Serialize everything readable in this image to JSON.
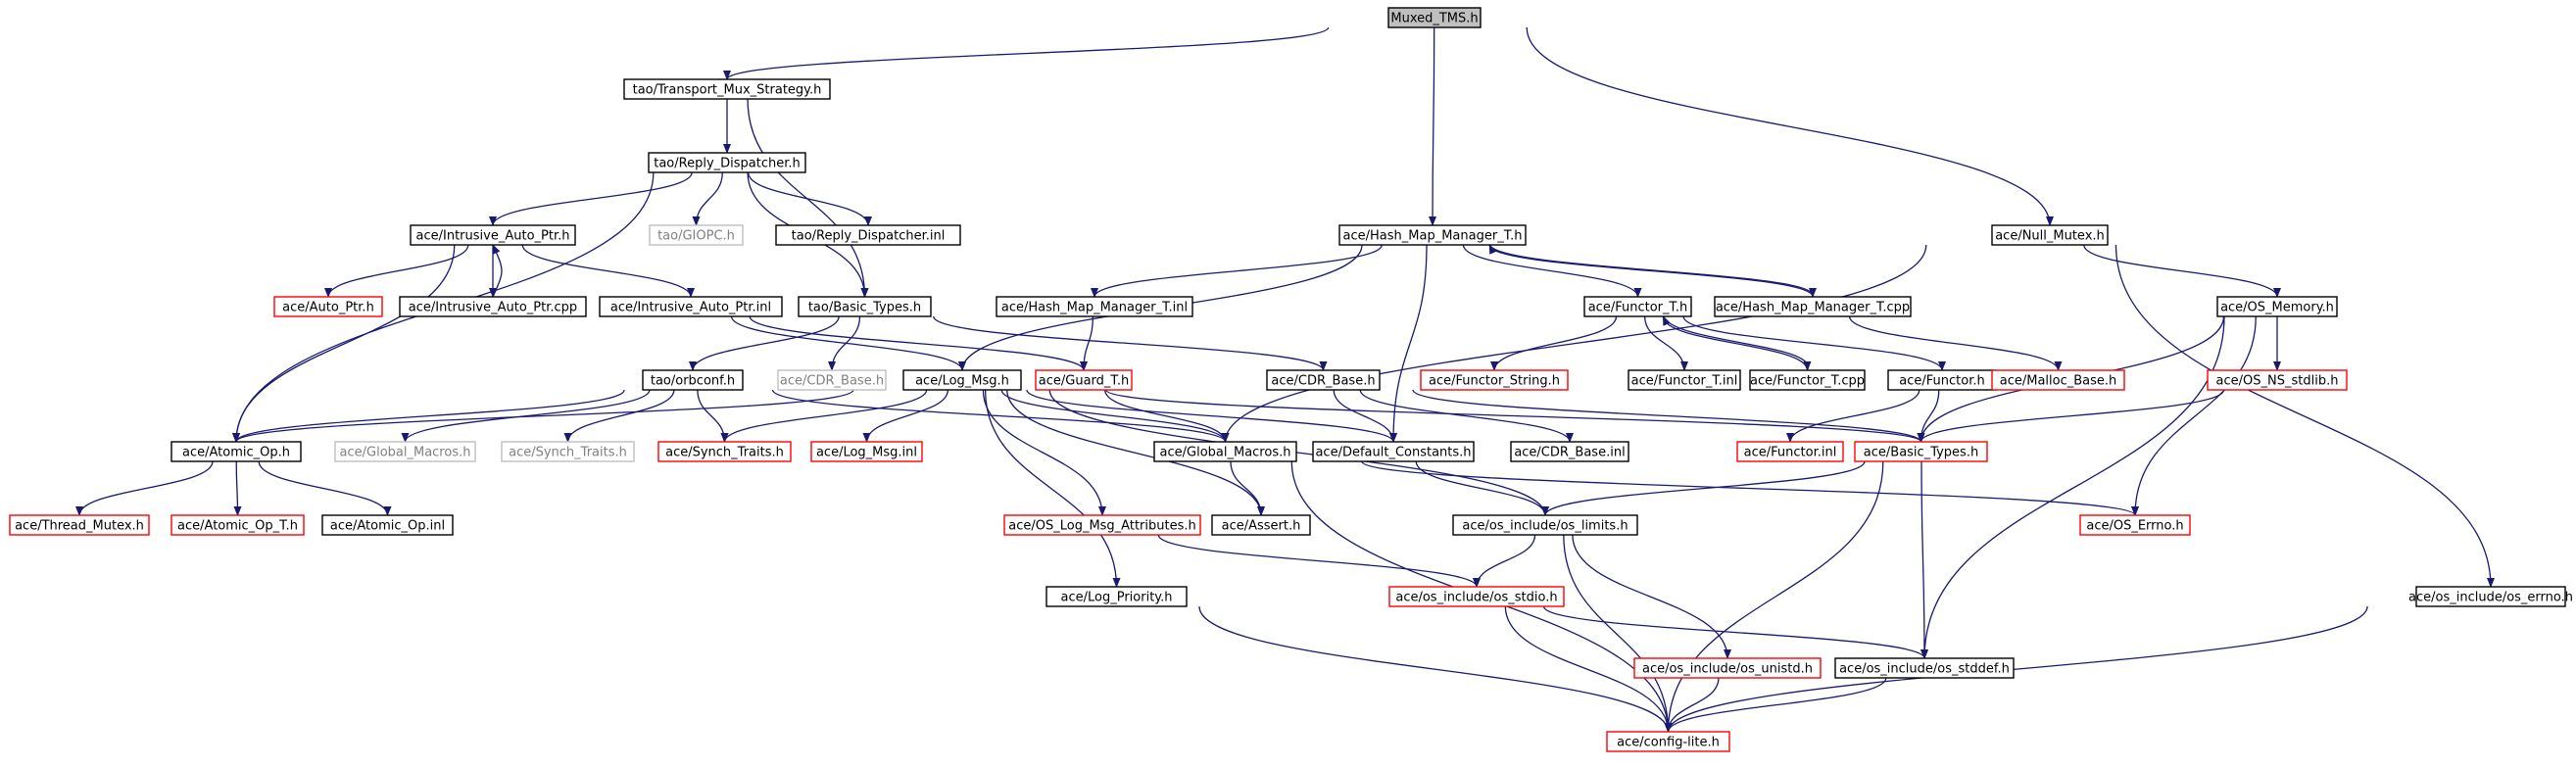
{
  "graph_title": "Muxed_TMS.h",
  "colors": {
    "edge": "#191970",
    "documented": "#000000",
    "truncated": "#ff0000",
    "undocumented": "#bfbfbf",
    "root_fill": "#bfbfbf"
  },
  "nodes": [
    {
      "id": "muxed",
      "label": "Muxed_TMS.h",
      "style": "root"
    },
    {
      "id": "tms",
      "label": "tao/Transport_Mux_Strategy.h",
      "style": "black"
    },
    {
      "id": "reply",
      "label": "tao/Reply_Dispatcher.h",
      "style": "black"
    },
    {
      "id": "iap",
      "label": "ace/Intrusive_Auto_Ptr.h",
      "style": "black"
    },
    {
      "id": "giopc",
      "label": "tao/GIOPC.h",
      "style": "gray"
    },
    {
      "id": "reply_inl",
      "label": "tao/Reply_Dispatcher.inl",
      "style": "black"
    },
    {
      "id": "auto_ptr",
      "label": "ace/Auto_Ptr.h",
      "style": "red"
    },
    {
      "id": "iap_cpp",
      "label": "ace/Intrusive_Auto_Ptr.cpp",
      "style": "black"
    },
    {
      "id": "iap_inl",
      "label": "ace/Intrusive_Auto_Ptr.inl",
      "style": "black"
    },
    {
      "id": "tao_basic",
      "label": "tao/Basic_Types.h",
      "style": "black"
    },
    {
      "id": "orbconf",
      "label": "tao/orbconf.h",
      "style": "black"
    },
    {
      "id": "cdr_base_gray",
      "label": "ace/CDR_Base.h",
      "style": "gray"
    },
    {
      "id": "log_msg",
      "label": "ace/Log_Msg.h",
      "style": "black"
    },
    {
      "id": "guard",
      "label": "ace/Guard_T.h",
      "style": "red"
    },
    {
      "id": "atomic",
      "label": "ace/Atomic_Op.h",
      "style": "black"
    },
    {
      "id": "global_gray",
      "label": "ace/Global_Macros.h",
      "style": "gray"
    },
    {
      "id": "synch_gray",
      "label": "ace/Synch_Traits.h",
      "style": "gray"
    },
    {
      "id": "synch_red",
      "label": "ace/Synch_Traits.h",
      "style": "red"
    },
    {
      "id": "log_msg_inl",
      "label": "ace/Log_Msg.inl",
      "style": "red"
    },
    {
      "id": "thread_mutex",
      "label": "ace/Thread_Mutex.h",
      "style": "red"
    },
    {
      "id": "atomic_t",
      "label": "ace/Atomic_Op_T.h",
      "style": "red"
    },
    {
      "id": "atomic_inl",
      "label": "ace/Atomic_Op.inl",
      "style": "black"
    },
    {
      "id": "hmm",
      "label": "ace/Hash_Map_Manager_T.h",
      "style": "black"
    },
    {
      "id": "hmm_inl",
      "label": "ace/Hash_Map_Manager_T.inl",
      "style": "black"
    },
    {
      "id": "functor_t",
      "label": "ace/Functor_T.h",
      "style": "black"
    },
    {
      "id": "hmm_cpp",
      "label": "ace/Hash_Map_Manager_T.cpp",
      "style": "black"
    },
    {
      "id": "cdr_base",
      "label": "ace/CDR_Base.h",
      "style": "black"
    },
    {
      "id": "functor_string",
      "label": "ace/Functor_String.h",
      "style": "red"
    },
    {
      "id": "functor_t_inl",
      "label": "ace/Functor_T.inl",
      "style": "black"
    },
    {
      "id": "functor_t_cpp",
      "label": "ace/Functor_T.cpp",
      "style": "black"
    },
    {
      "id": "functor",
      "label": "ace/Functor.h",
      "style": "black"
    },
    {
      "id": "malloc_base",
      "label": "ace/Malloc_Base.h",
      "style": "red"
    },
    {
      "id": "global",
      "label": "ace/Global_Macros.h",
      "style": "black"
    },
    {
      "id": "default_const",
      "label": "ace/Default_Constants.h",
      "style": "black"
    },
    {
      "id": "cdr_base_inl",
      "label": "ace/CDR_Base.inl",
      "style": "black"
    },
    {
      "id": "functor_inl",
      "label": "ace/Functor.inl",
      "style": "red"
    },
    {
      "id": "ace_basic",
      "label": "ace/Basic_Types.h",
      "style": "red"
    },
    {
      "id": "null_mutex",
      "label": "ace/Null_Mutex.h",
      "style": "black"
    },
    {
      "id": "os_memory",
      "label": "ace/OS_Memory.h",
      "style": "black"
    },
    {
      "id": "os_ns_stdlib",
      "label": "ace/OS_NS_stdlib.h",
      "style": "red"
    },
    {
      "id": "os_log_attr",
      "label": "ace/OS_Log_Msg_Attributes.h",
      "style": "red"
    },
    {
      "id": "assert",
      "label": "ace/Assert.h",
      "style": "black"
    },
    {
      "id": "os_limits",
      "label": "ace/os_include/os_limits.h",
      "style": "black"
    },
    {
      "id": "os_errno_red",
      "label": "ace/OS_Errno.h",
      "style": "red"
    },
    {
      "id": "os_stdio",
      "label": "ace/os_include/os_stdio.h",
      "style": "red"
    },
    {
      "id": "log_priority",
      "label": "ace/Log_Priority.h",
      "style": "black"
    },
    {
      "id": "os_unistd",
      "label": "ace/os_include/os_unistd.h",
      "style": "red"
    },
    {
      "id": "os_stddef",
      "label": "ace/os_include/os_stddef.h",
      "style": "black"
    },
    {
      "id": "os_errno",
      "label": "ace/os_include/os_errno.h",
      "style": "black"
    },
    {
      "id": "config_lite",
      "label": "ace/config-lite.h",
      "style": "red"
    }
  ],
  "edges": [
    [
      "muxed",
      "tms"
    ],
    [
      "muxed",
      "hmm"
    ],
    [
      "muxed",
      "null_mutex"
    ],
    [
      "tms",
      "reply"
    ],
    [
      "tms",
      "tao_basic"
    ],
    [
      "reply",
      "iap"
    ],
    [
      "reply",
      "giopc"
    ],
    [
      "reply",
      "reply_inl"
    ],
    [
      "reply",
      "tao_basic"
    ],
    [
      "reply",
      "atomic"
    ],
    [
      "iap",
      "auto_ptr"
    ],
    [
      "iap",
      "iap_cpp"
    ],
    [
      "iap_cpp",
      "iap"
    ],
    [
      "iap",
      "iap_inl"
    ],
    [
      "iap",
      "atomic"
    ],
    [
      "iap_inl",
      "log_msg"
    ],
    [
      "iap_inl",
      "guard"
    ],
    [
      "tao_basic",
      "orbconf"
    ],
    [
      "tao_basic",
      "cdr_base_gray"
    ],
    [
      "tao_basic",
      "cdr_base"
    ],
    [
      "orbconf",
      "atomic"
    ],
    [
      "orbconf",
      "global_gray"
    ],
    [
      "orbconf",
      "synch_gray"
    ],
    [
      "orbconf",
      "synch_red"
    ],
    [
      "orbconf",
      "global"
    ],
    [
      "log_msg",
      "atomic"
    ],
    [
      "log_msg",
      "synch_red"
    ],
    [
      "log_msg",
      "log_msg_inl"
    ],
    [
      "log_msg",
      "global"
    ],
    [
      "log_msg",
      "default_const"
    ],
    [
      "log_msg",
      "os_log_attr"
    ],
    [
      "log_msg",
      "assert"
    ],
    [
      "log_msg",
      "os_limits"
    ],
    [
      "log_msg",
      "log_priority"
    ],
    [
      "log_msg",
      "ace_basic"
    ],
    [
      "guard",
      "global"
    ],
    [
      "atomic",
      "thread_mutex"
    ],
    [
      "atomic",
      "atomic_t"
    ],
    [
      "atomic",
      "atomic_inl"
    ],
    [
      "hmm",
      "log_msg"
    ],
    [
      "hmm",
      "hmm_inl"
    ],
    [
      "hmm",
      "functor_t"
    ],
    [
      "hmm",
      "hmm_cpp"
    ],
    [
      "hmm_cpp",
      "hmm"
    ],
    [
      "hmm",
      "default_const"
    ],
    [
      "hmm_inl",
      "guard"
    ],
    [
      "hmm_cpp",
      "malloc_base"
    ],
    [
      "functor_t",
      "functor_string"
    ],
    [
      "functor_t",
      "functor_t_inl"
    ],
    [
      "functor_t",
      "functor_t_cpp"
    ],
    [
      "functor_t_cpp",
      "functor_t"
    ],
    [
      "functor_t",
      "functor"
    ],
    [
      "functor",
      "functor_inl"
    ],
    [
      "functor",
      "ace_basic"
    ],
    [
      "cdr_base",
      "default_const"
    ],
    [
      "cdr_base",
      "cdr_base_inl"
    ],
    [
      "cdr_base",
      "ace_basic"
    ],
    [
      "null_mutex",
      "global"
    ],
    [
      "null_mutex",
      "os_memory"
    ],
    [
      "null_mutex",
      "os_errno"
    ],
    [
      "os_memory",
      "os_ns_stdlib"
    ],
    [
      "os_memory",
      "ace_basic"
    ],
    [
      "os_memory",
      "os_errno_red"
    ],
    [
      "os_memory",
      "os_stddef"
    ],
    [
      "os_ns_stdlib",
      "ace_basic"
    ],
    [
      "global",
      "assert"
    ],
    [
      "global",
      "os_errno_red"
    ],
    [
      "global",
      "config_lite"
    ],
    [
      "default_const",
      "os_limits"
    ],
    [
      "ace_basic",
      "os_limits"
    ],
    [
      "ace_basic",
      "os_stddef"
    ],
    [
      "ace_basic",
      "config_lite"
    ],
    [
      "os_log_attr",
      "os_stdio"
    ],
    [
      "os_limits",
      "os_stdio"
    ],
    [
      "os_limits",
      "os_unistd"
    ],
    [
      "os_limits",
      "config_lite"
    ],
    [
      "os_stdio",
      "os_stddef"
    ],
    [
      "os_stdio",
      "config_lite"
    ],
    [
      "log_priority",
      "config_lite"
    ],
    [
      "os_unistd",
      "config_lite"
    ],
    [
      "os_stddef",
      "config_lite"
    ],
    [
      "os_errno",
      "config_lite"
    ]
  ]
}
